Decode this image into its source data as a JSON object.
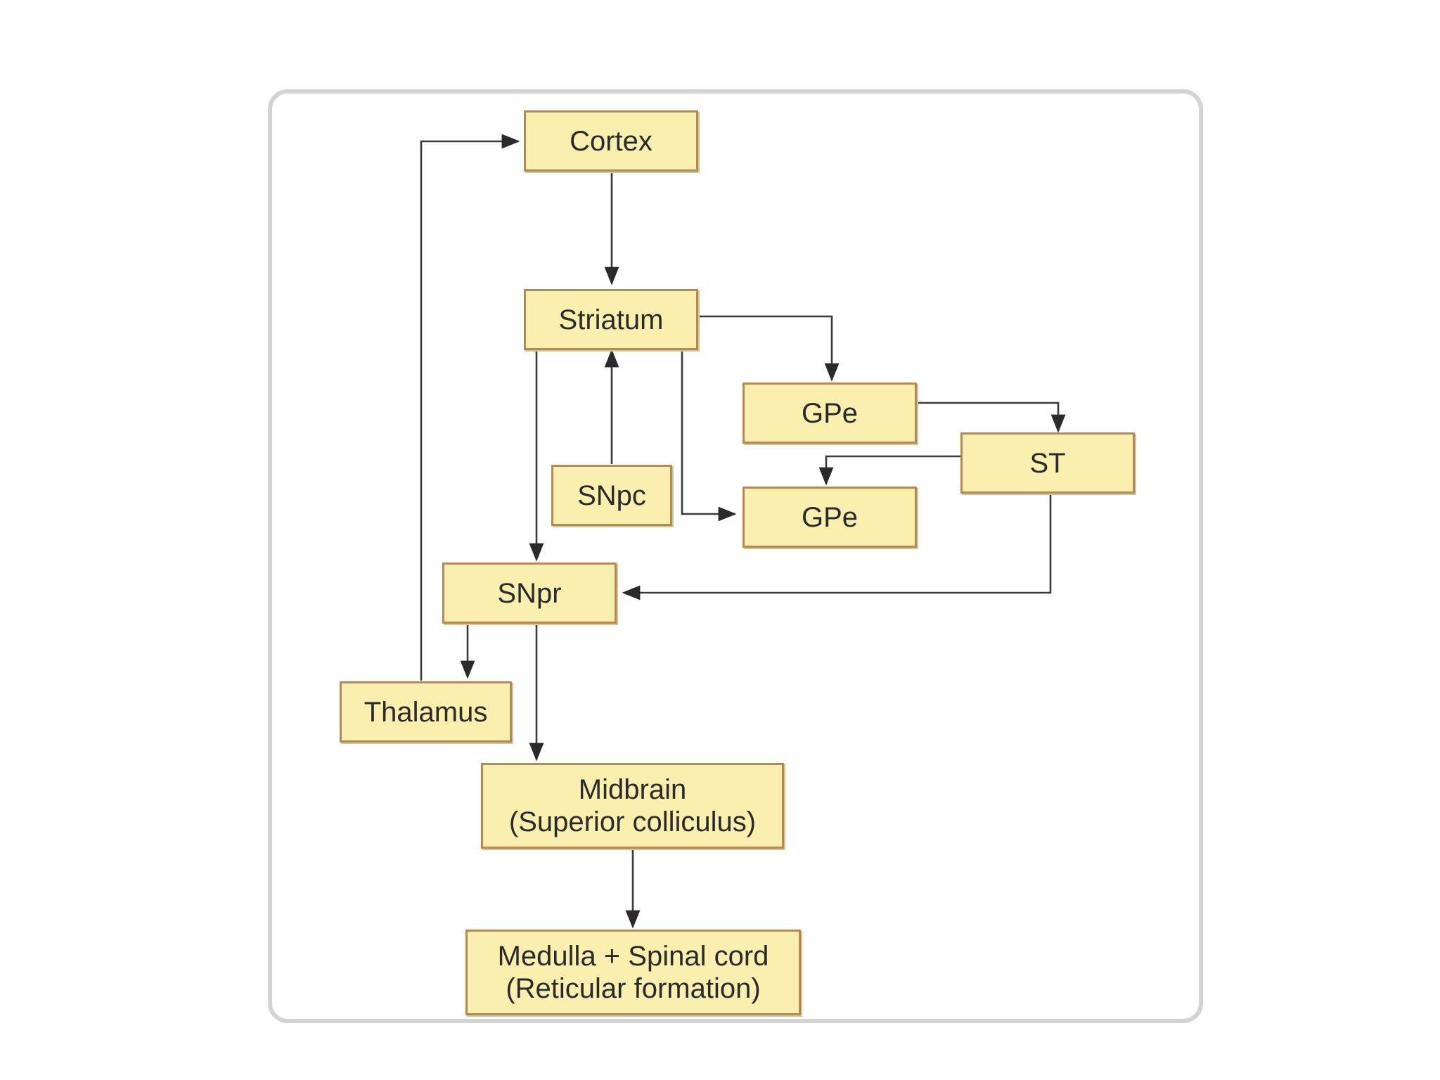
{
  "nodes": {
    "cortex": "Cortex",
    "striatum": "Striatum",
    "gpe_upper": "GPe",
    "st": "ST",
    "snpc": "SNpc",
    "gpe_lower": "GPe",
    "snpr": "SNpr",
    "thalamus": "Thalamus",
    "midbrain": "Midbrain",
    "midbrain_sub": "(Superior colliculus)",
    "medulla": "Medulla + Spinal cord",
    "medulla_sub": "(Reticular formation)"
  },
  "colors": {
    "node_fill": "#fbefb0",
    "node_border": "#b48a52",
    "arrow": "#2a2a2a",
    "frame": "#d3d3d3"
  }
}
